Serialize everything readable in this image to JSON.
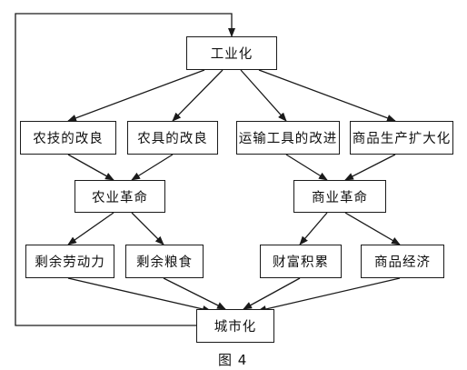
{
  "nodes": {
    "industrialization": "工业化",
    "agri_tech": "农技的改良",
    "farm_tools": "农具的改良",
    "transport_tools": "运输工具的改进",
    "commodity_expansion": "商品生产扩大化",
    "agri_revolution": "农业革命",
    "commerce_revolution": "商业革命",
    "surplus_labor": "剩余劳动力",
    "surplus_grain": "剩余粮食",
    "wealth_accumulation": "财富积累",
    "commodity_economy": "商品经济",
    "urbanization": "城市化"
  },
  "caption": "图 4",
  "colors": {
    "line": "#1a1a1a",
    "text": "#111111",
    "background": "#ffffff"
  }
}
